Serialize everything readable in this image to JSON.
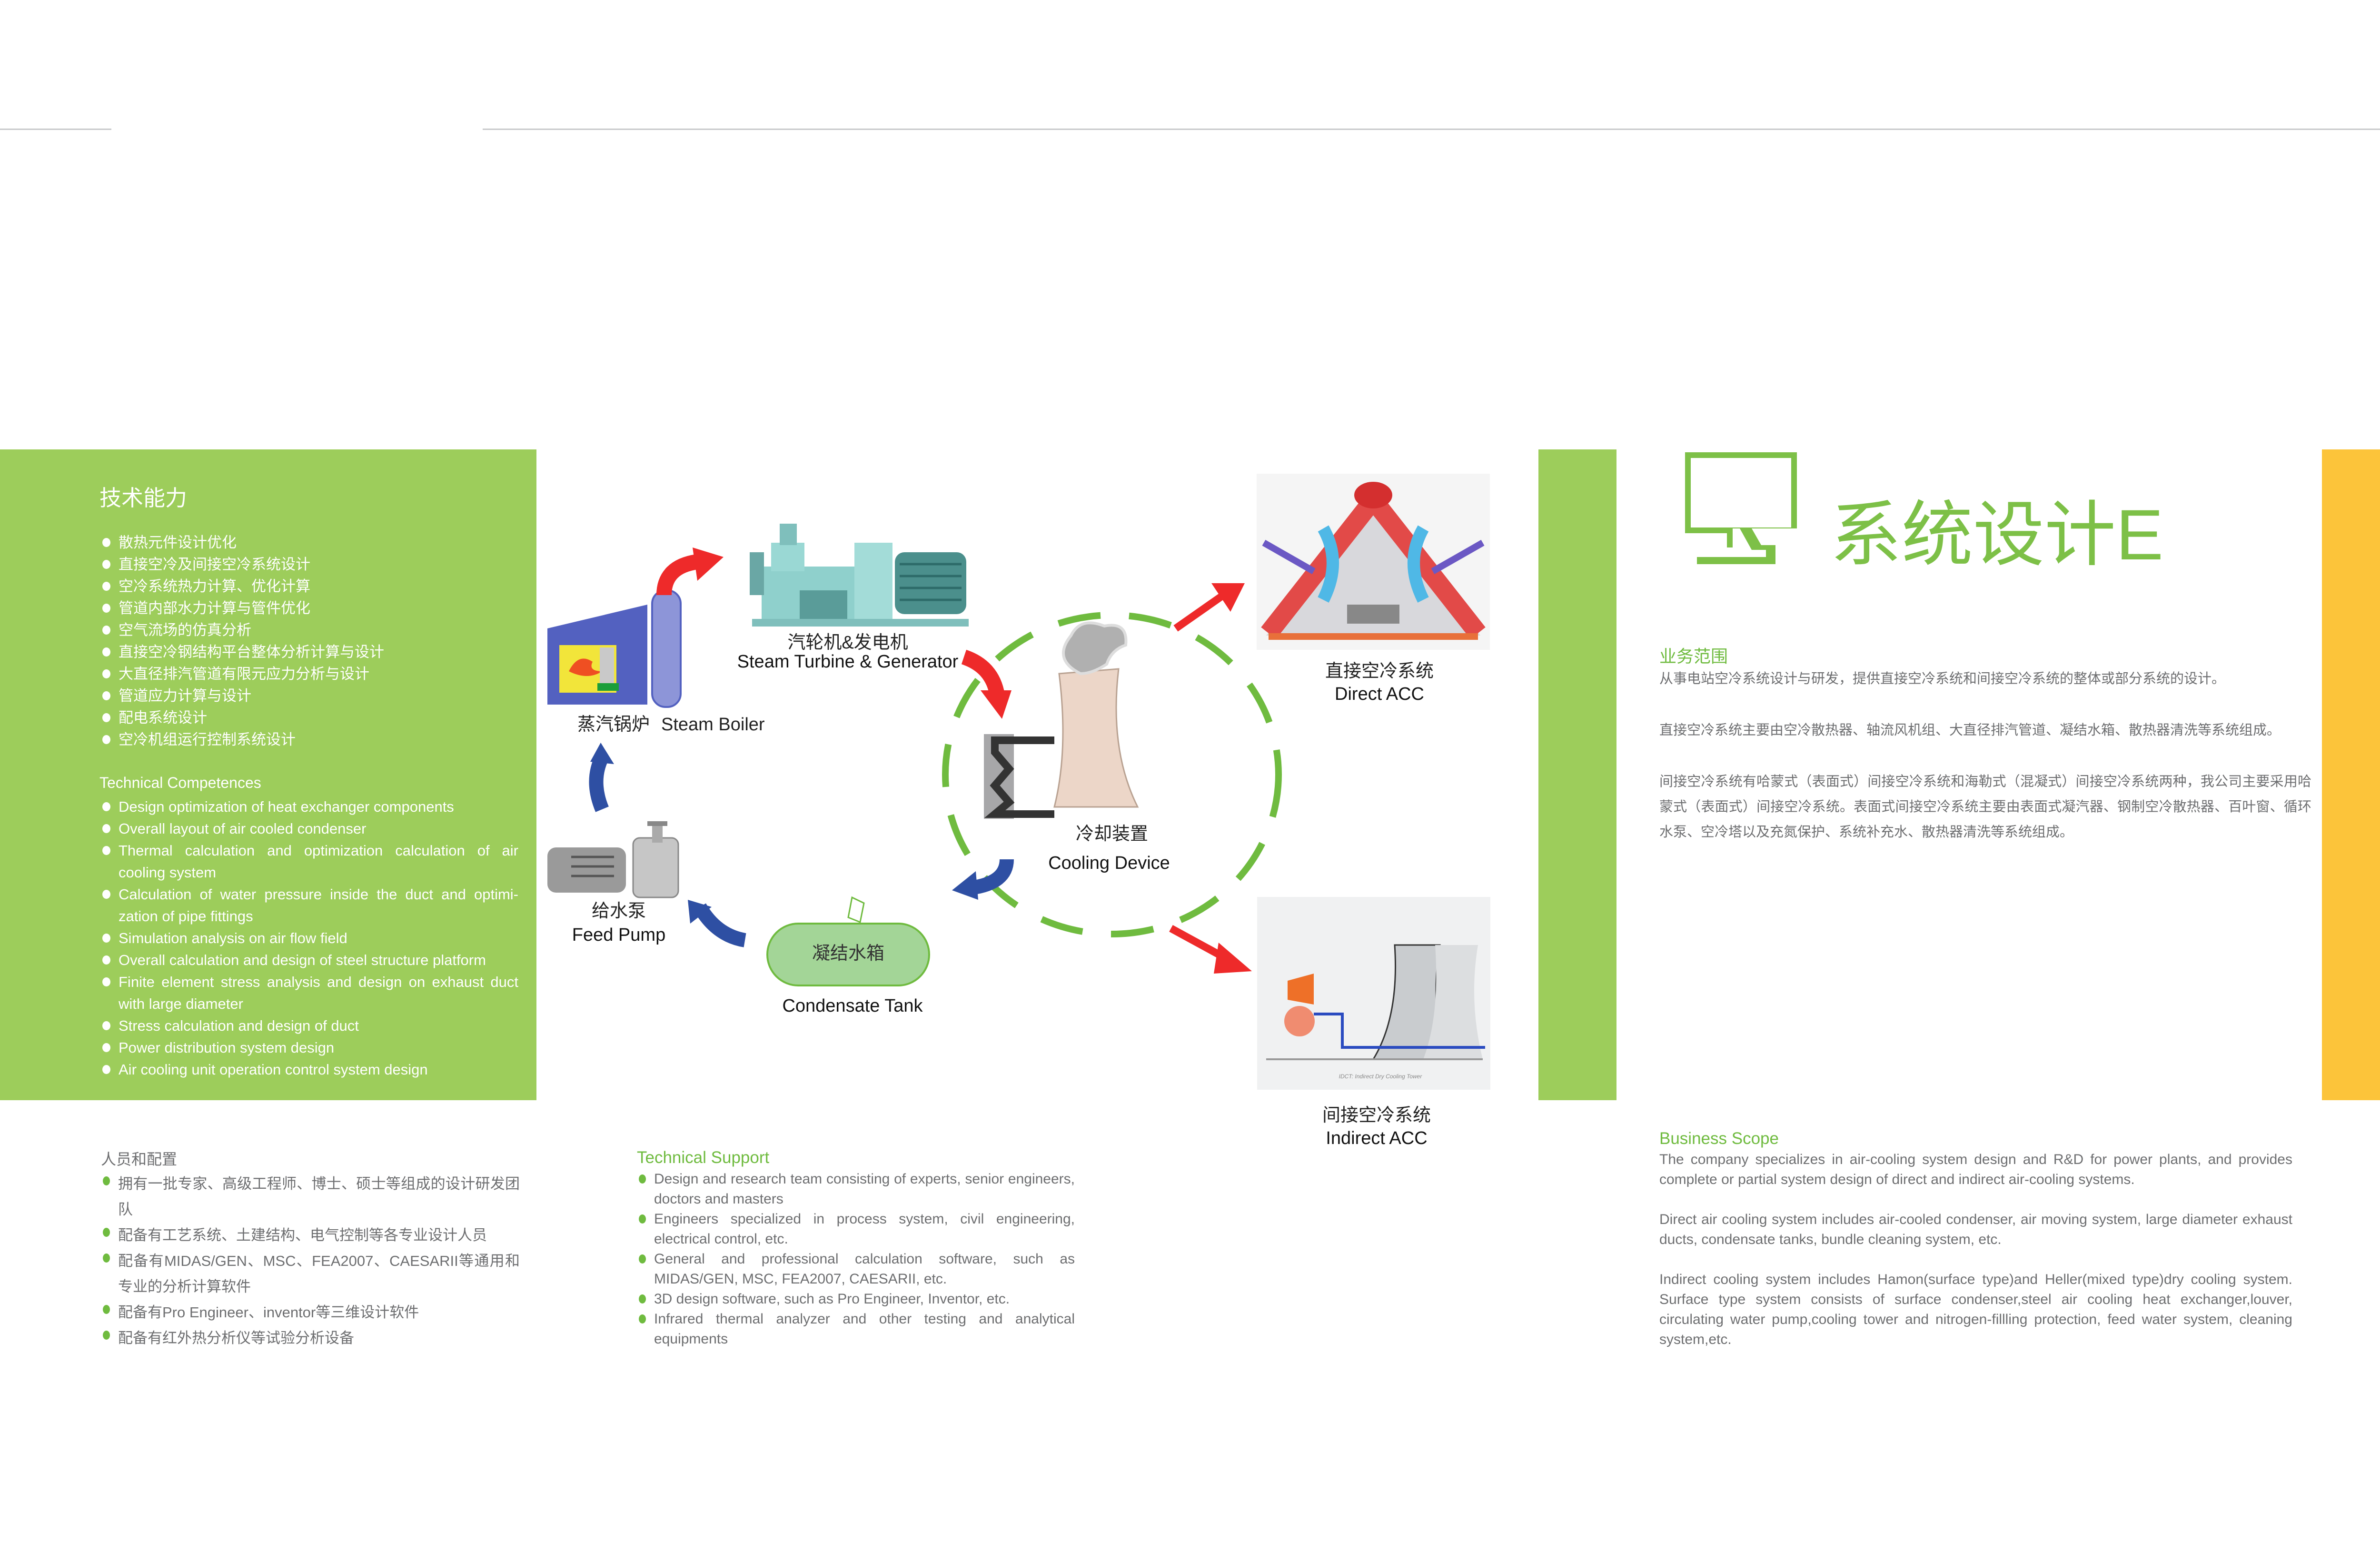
{
  "left_panel": {
    "title": "技术能力",
    "cn_items": [
      "散热元件设计优化",
      "直接空冷及间接空冷系统设计",
      "空冷系统热力计算、优化计算",
      "管道内部水力计算与管件优化",
      "空气流场的仿真分析",
      "直接空冷钢结构平台整体分析计算与设计",
      "大直径排汽管道有限元应力分析与设计",
      "管道应力计算与设计",
      "配电系统设计",
      "空冷机组运行控制系统设计"
    ],
    "en_title": "Technical Competences",
    "en_items": [
      "Design optimization of heat exchanger components",
      "Overall layout of air cooled condenser",
      "Thermal calculation and optimization calculation of air cooling system",
      "Calculation of water pressure inside the duct and optimi-zation of pipe fittings",
      "Simulation analysis on air flow field",
      "Overall calculation and design of steel structure platform",
      "Finite element stress analysis and design on exhaust duct with large diameter",
      "Stress calculation and design of duct",
      "Power distribution system design",
      "Air cooling unit operation control system design"
    ]
  },
  "diagram": {
    "turbine_cn": "汽轮机&发电机",
    "turbine_en": "Steam Turbine & Generator",
    "boiler_cn": "蒸汽锅炉",
    "boiler_en": "Steam Boiler",
    "pump_cn": "给水泵",
    "pump_en": "Feed Pump",
    "tank_cn": "凝结水箱",
    "tank_en": "Condensate Tank",
    "cooling_cn": "冷却装置",
    "cooling_en": "Cooling Device",
    "direct_cn": "直接空冷系统",
    "direct_en": "Direct ACC",
    "indirect_cn": "间接空冷系统",
    "indirect_en": "Indirect ACC",
    "indirect_caption": "IDCT: Indirect Dry Cooling Tower"
  },
  "logo": {
    "text": "系统设计E"
  },
  "business": {
    "cn_title": "业务范围",
    "cn_paragraphs": [
      "从事电站空冷系统设计与研发，提供直接空冷系统和间接空冷系统的整体或部分系统的设计。",
      "直接空冷系统主要由空冷散热器、轴流风机组、大直径排汽管道、凝结水箱、散热器清洗等系统组成。",
      "间接空冷系统有哈蒙式（表面式）间接空冷系统和海勒式（混凝式）间接空冷系统两种，我公司主要采用哈蒙式（表面式）间接空冷系统。表面式间接空冷系统主要由表面式凝汽器、钢制空冷散热器、百叶窗、循环水泵、空冷塔以及充氮保护、系统补充水、散热器清洗等系统组成。"
    ],
    "en_title": "Business Scope",
    "en_paragraphs": [
      "The company specializes in air-cooling system design and R&D for power plants, and provides complete or partial system design of direct and indirect air-cooling systems.",
      "Direct air cooling system includes air-cooled condenser, air moving system, large diameter exhaust ducts, condensate tanks, bundle cleaning system, etc.",
      "Indirect cooling system includes Hamon(surface type)and Heller(mixed type)dry cooling system. Surface type system consists of surface condenser,steel air cooling heat exchanger,louver, circulating water pump,cooling tower and nitrogen-fillling protection, feed water system, cleaning system,etc."
    ]
  },
  "staff": {
    "title": "人员和配置",
    "items": [
      "拥有一批专家、高级工程师、博士、硕士等组成的设计研发团队",
      "配备有工艺系统、土建结构、电气控制等各专业设计人员",
      "配备有MIDAS/GEN、MSC、FEA2007、CAESARII等通用和专业的分析计算软件",
      "配备有Pro Engineer、inventor等三维设计软件",
      "配备有红外热分析仪等试验分析设备"
    ]
  },
  "support": {
    "title": "Technical Support",
    "items": [
      "Design and research team consisting of experts, senior engineers, doctors and masters",
      "Engineers specialized in process system, civil engineering, electrical control, etc.",
      "General and professional calculation software, such as MIDAS/GEN, MSC, FEA2007, CAESARII, etc.",
      "3D design software, such as Pro Engineer, Inventor, etc.",
      "Infrared thermal analyzer and other testing and analytical equipments"
    ]
  },
  "colors": {
    "green": "#9dcd5b",
    "accent_green": "#6fbb3f",
    "yellow": "#fcc43a",
    "red_arrow": "#ee2a2a",
    "blue_arrow": "#2e4fa3"
  }
}
